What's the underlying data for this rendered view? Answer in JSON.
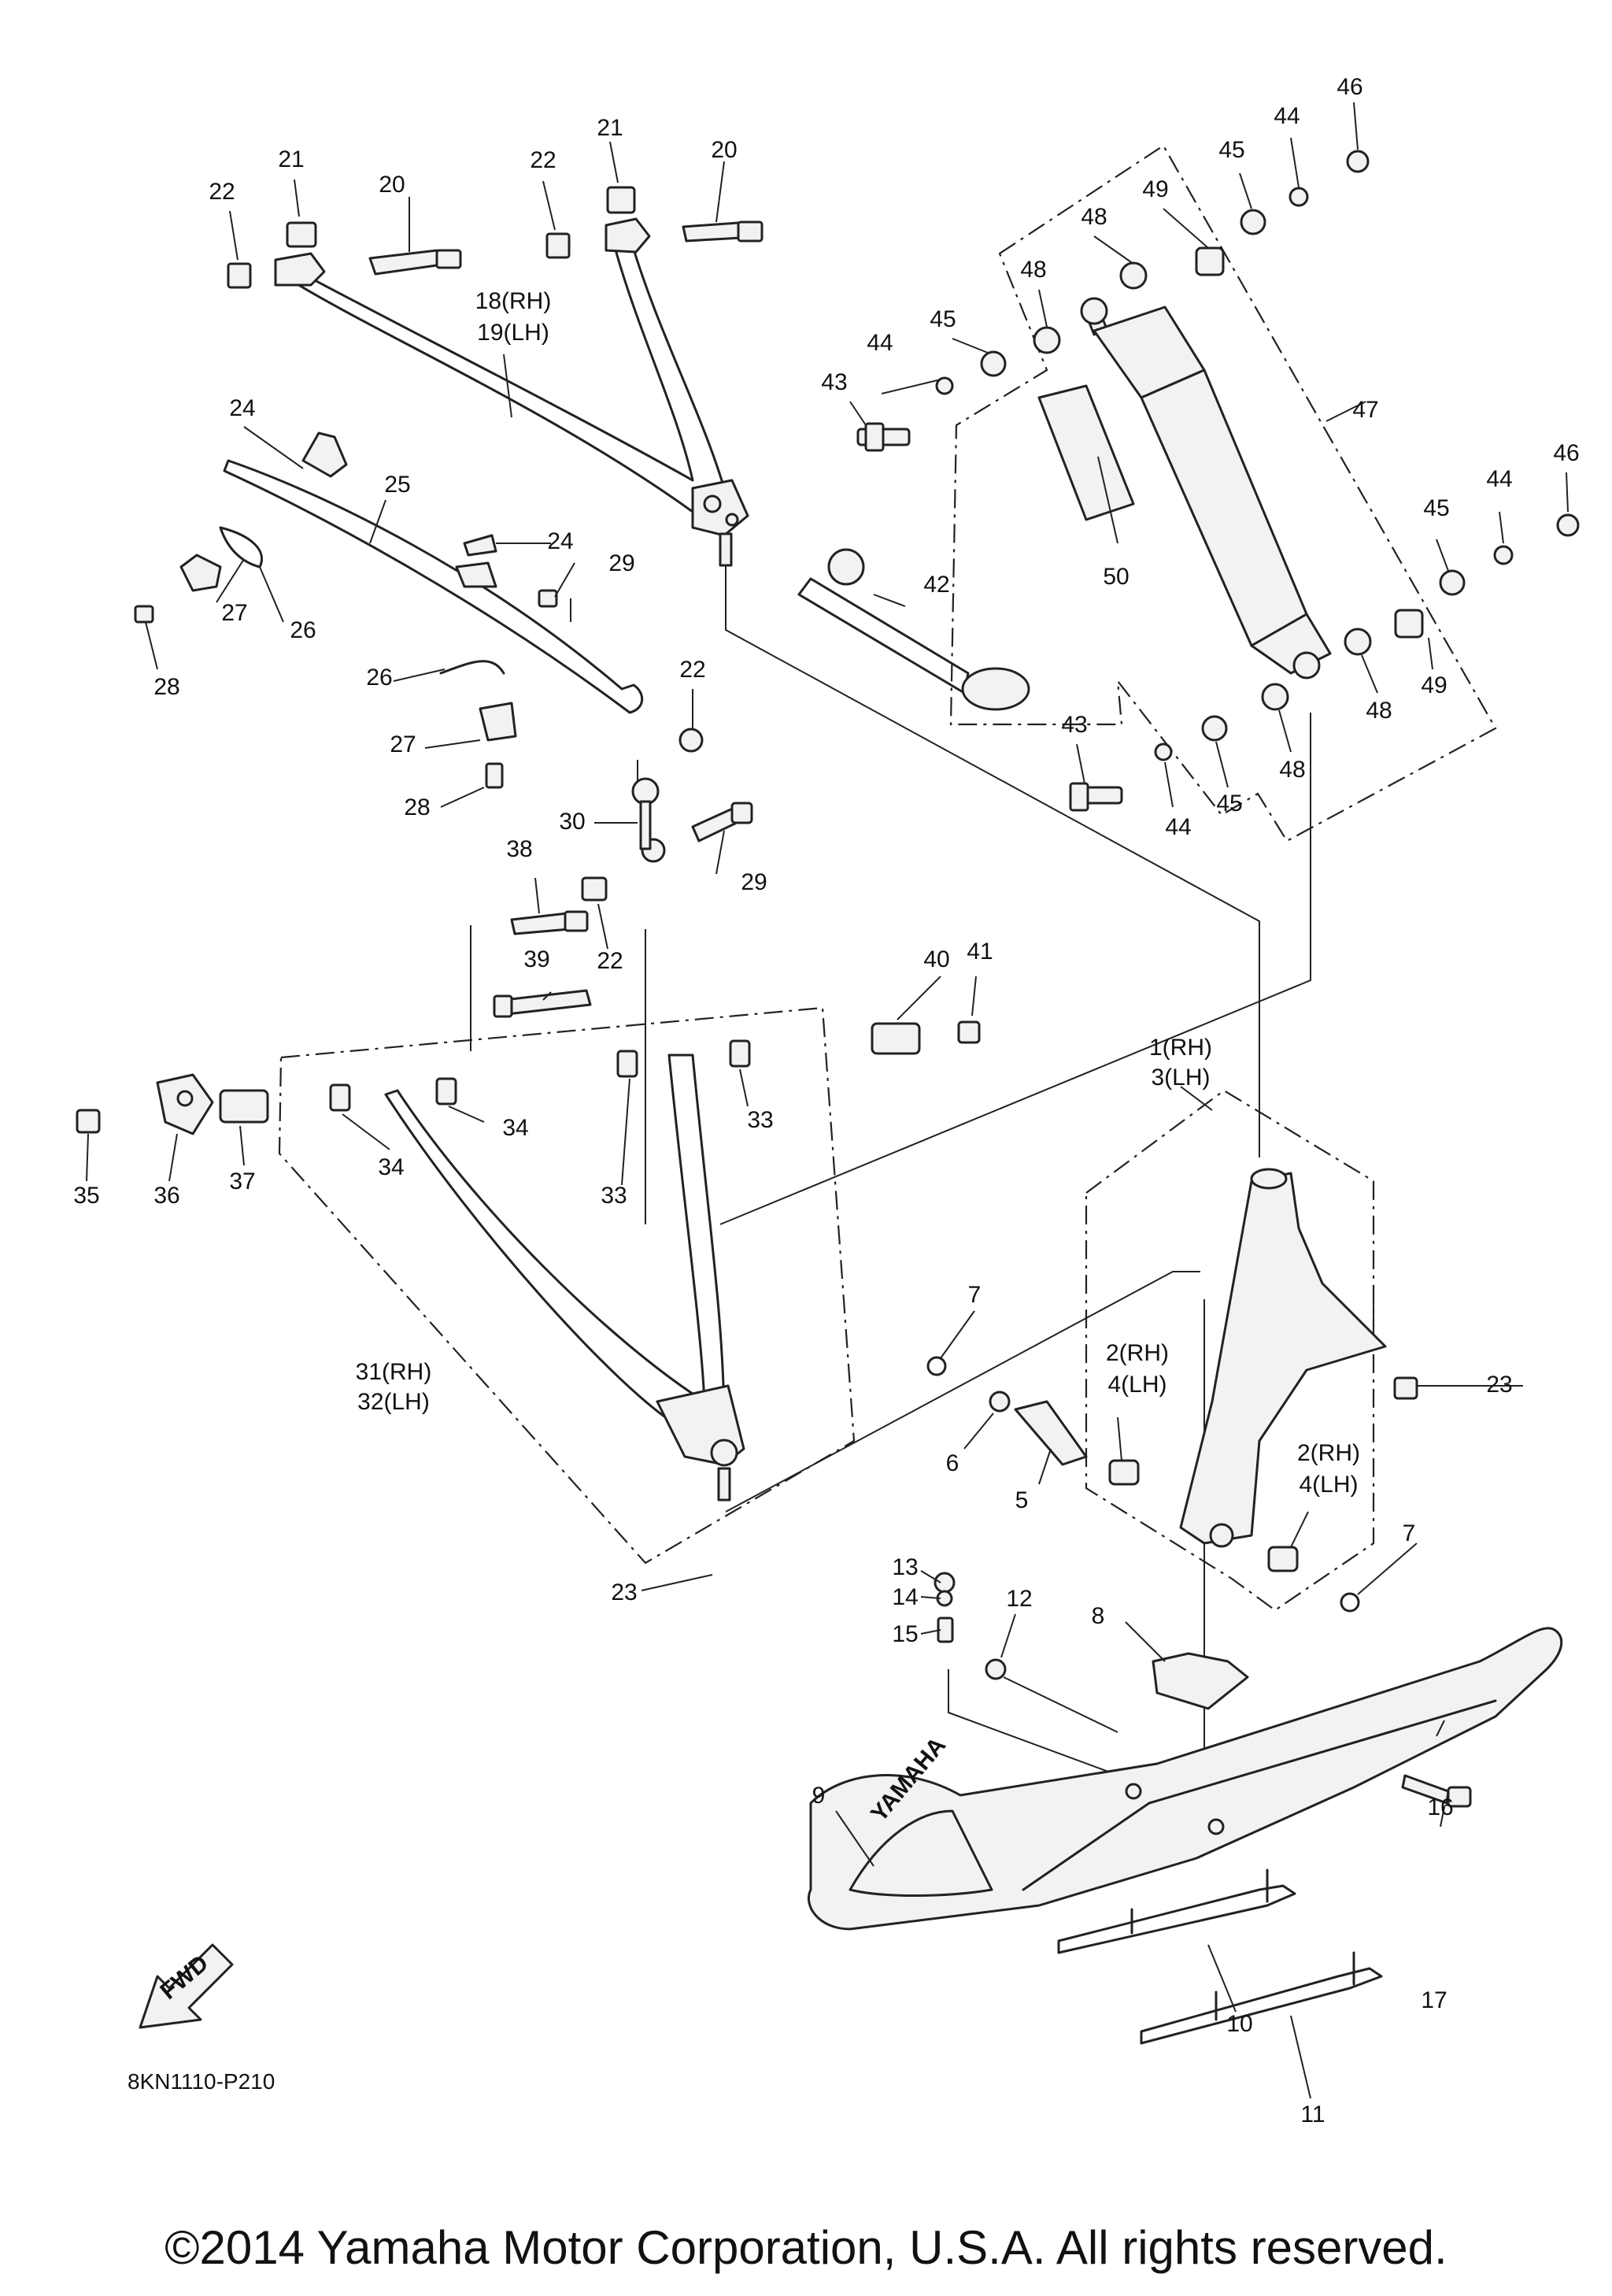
{
  "diagram_id": "8KN1110-P210",
  "copyright": "©2014 Yamaha Motor Corporation, U.S.A. All rights reserved.",
  "fwd_label": "FWD",
  "logo_text": "YAMAHA",
  "callouts": [
    "20",
    "21",
    "22",
    "20",
    "21",
    "22",
    "18(RH)",
    "19(LH)",
    "24",
    "25",
    "26",
    "27",
    "28",
    "24",
    "29",
    "26",
    "27",
    "28",
    "22",
    "30",
    "29",
    "38",
    "22",
    "39",
    "40",
    "41",
    "35",
    "36",
    "37",
    "34",
    "34",
    "33",
    "33",
    "31(RH)",
    "32(LH)",
    "23",
    "7",
    "6",
    "5",
    "2(RH)",
    "4(LH)",
    "2(RH)",
    "4(LH)",
    "7",
    "1(RH)",
    "3(LH)",
    "23",
    "13",
    "14",
    "15",
    "12",
    "8",
    "9",
    "16",
    "17",
    "10",
    "11",
    "46",
    "44",
    "45",
    "49",
    "48",
    "48",
    "45",
    "44",
    "43",
    "47",
    "50",
    "42",
    "46",
    "44",
    "45",
    "49",
    "48",
    "48",
    "45",
    "44",
    "43"
  ]
}
